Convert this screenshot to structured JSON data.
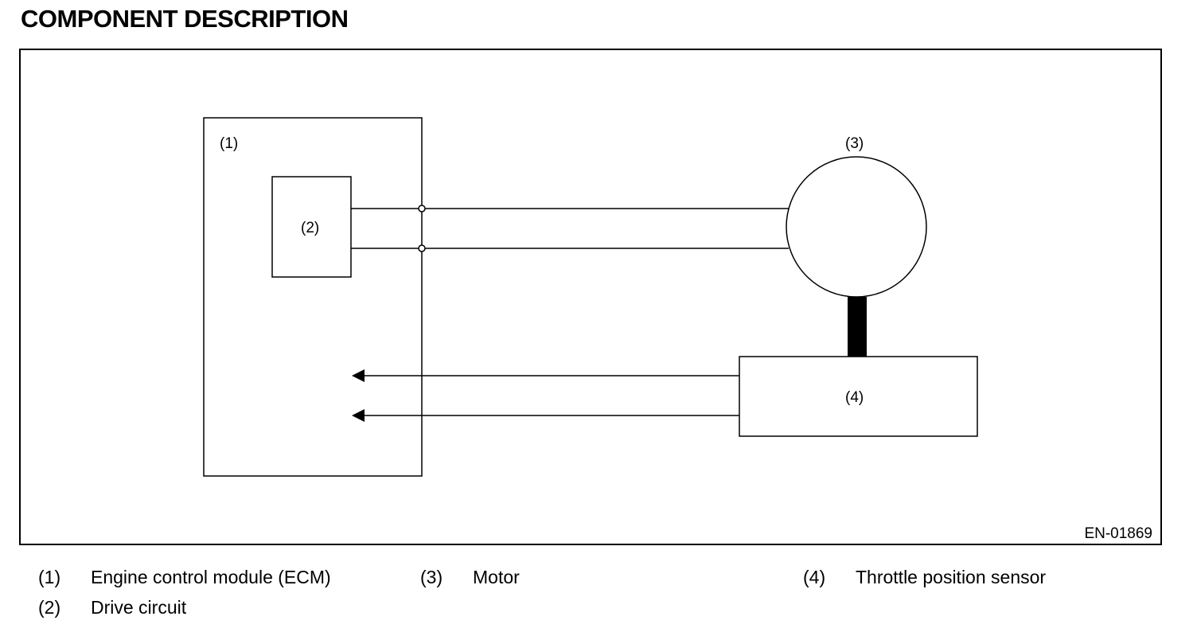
{
  "header": {
    "title": "COMPONENT DESCRIPTION"
  },
  "diagram": {
    "callouts": {
      "ecm": "(1)",
      "drive_circuit": "(2)",
      "motor": "(3)",
      "throttle_sensor": "(4)"
    },
    "figure_code": "EN-01869"
  },
  "legend": [
    {
      "number": "(1)",
      "label": "Engine control module (ECM)"
    },
    {
      "number": "(2)",
      "label": "Drive circuit"
    },
    {
      "number": "(3)",
      "label": "Motor"
    },
    {
      "number": "(4)",
      "label": "Throttle position sensor"
    }
  ],
  "colors": {
    "line": "#000000",
    "background": "#ffffff"
  }
}
